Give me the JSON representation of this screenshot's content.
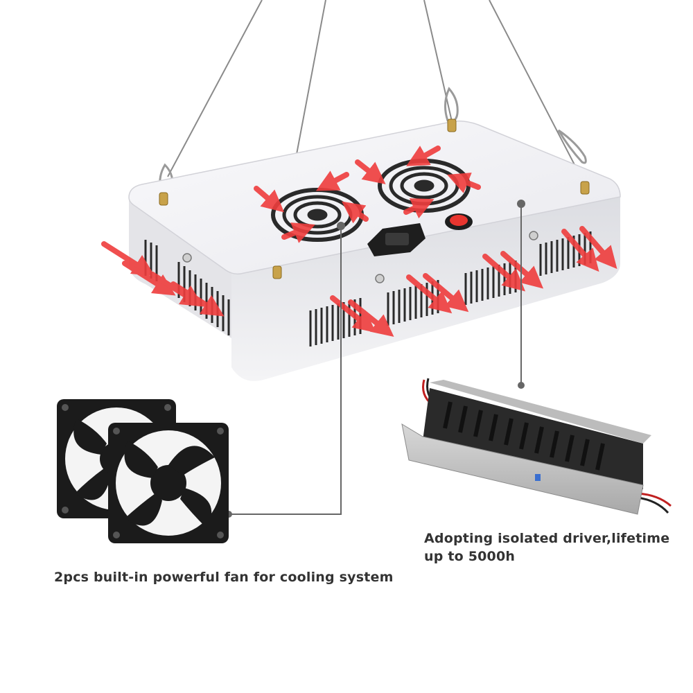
{
  "captions": {
    "fan": "2pcs built-in powerful fan for cooling system",
    "driver_line1": "Adopting isolated driver,lifetime",
    "driver_line2": "up to 5000h"
  },
  "icons": [
    "led-grow-light-panel",
    "cooling-fan",
    "power-driver",
    "airflow-arrow",
    "power-switch"
  ],
  "colors": {
    "background": "#ffffff",
    "panel": "#f1f1f3",
    "airflow_arrow": "#ef3d3d",
    "fan_body": "#1b1b1b",
    "driver_body": "#2a2a2a",
    "callout_line": "#666666",
    "caption_text": "#333333"
  }
}
